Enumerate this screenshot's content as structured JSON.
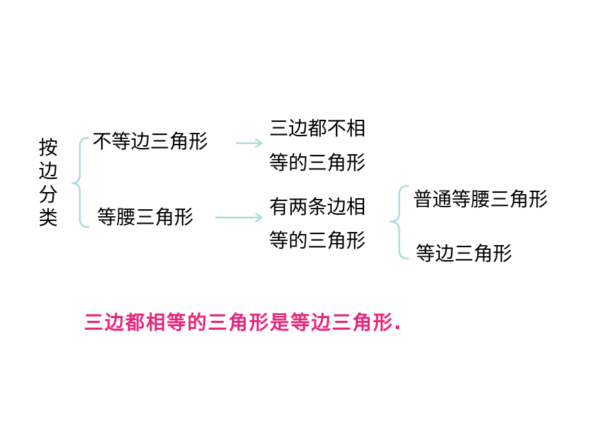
{
  "root_label": "按边分类",
  "branches": [
    {
      "label": "不等边三角形",
      "definition_line1": "三边都不相",
      "definition_line2": "等的三角形"
    },
    {
      "label": "等腰三角形",
      "definition_line1": "有两条边相",
      "definition_line2": "等的三角形",
      "subtypes": [
        {
          "label": "普通等腰三角形"
        },
        {
          "label": "等边三角形"
        }
      ]
    }
  ],
  "note": "三边都相等的三角形是等边三角形.",
  "colors": {
    "text": "#000000",
    "note": "#e8247c",
    "lines": "#a9dcdc"
  }
}
